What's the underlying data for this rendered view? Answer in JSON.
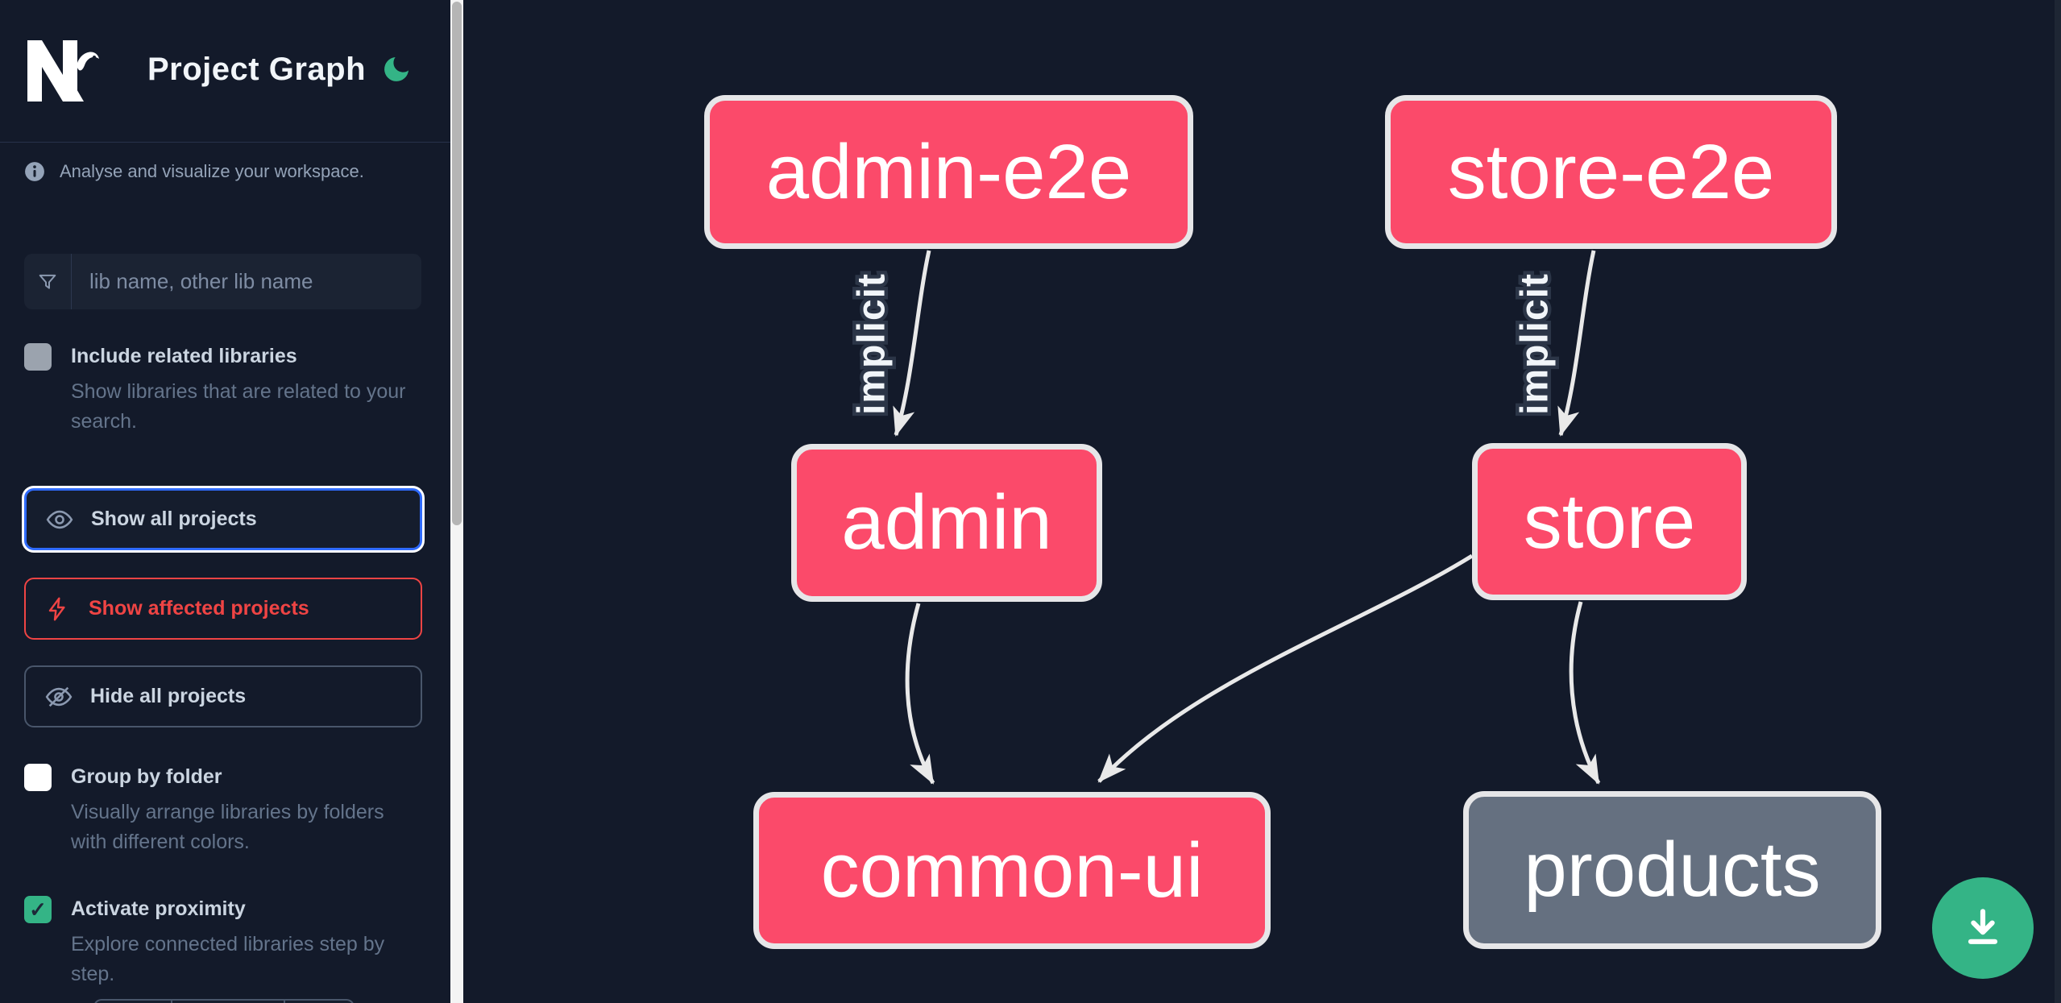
{
  "header": {
    "app_title": "Project Graph"
  },
  "sidebar": {
    "info_text": "Analyse and visualize your workspace.",
    "search": {
      "placeholder": "lib name, other lib name"
    },
    "checkboxes": [
      {
        "label": "Include related libraries",
        "description": "Show libraries that are related to your search.",
        "checked": false,
        "disabled": true
      },
      {
        "label": "Group by folder",
        "description": "Visually arrange libraries by folders with different colors.",
        "checked": false,
        "disabled": false
      },
      {
        "label": "Activate proximity",
        "description": "Explore connected libraries step by step.",
        "checked": true,
        "disabled": false
      }
    ],
    "buttons": [
      {
        "label": "Show all projects",
        "icon": "eye-icon",
        "state": "focused"
      },
      {
        "label": "Show affected projects",
        "icon": "bolt-icon",
        "state": "affected"
      },
      {
        "label": "Hide all projects",
        "icon": "eye-off-icon",
        "state": "default"
      }
    ]
  },
  "graph": {
    "nodes": [
      {
        "id": "admin-e2e",
        "label": "admin-e2e",
        "status": "affected"
      },
      {
        "id": "store-e2e",
        "label": "store-e2e",
        "status": "affected"
      },
      {
        "id": "admin",
        "label": "admin",
        "status": "affected"
      },
      {
        "id": "store",
        "label": "store",
        "status": "affected"
      },
      {
        "id": "common-ui",
        "label": "common-ui",
        "status": "affected"
      },
      {
        "id": "products",
        "label": "products",
        "status": "unaffected"
      }
    ],
    "edges": [
      {
        "source": "admin-e2e",
        "target": "admin",
        "label": "implicit"
      },
      {
        "source": "store-e2e",
        "target": "store",
        "label": "implicit"
      },
      {
        "source": "admin",
        "target": "common-ui",
        "label": ""
      },
      {
        "source": "store",
        "target": "common-ui",
        "label": ""
      },
      {
        "source": "store",
        "target": "products",
        "label": ""
      }
    ]
  },
  "fab": {
    "icon": "download-icon"
  },
  "icons": {
    "check": "✓"
  },
  "colors": {
    "affected_node": "#fb4a6a",
    "unaffected_node": "#657080",
    "edge": "#e9e9e9",
    "focus_ring": "#2f6bff",
    "affected_accent": "#ef4444",
    "proximity_green": "#34b486",
    "sidebar_bg": "#131a2a"
  }
}
